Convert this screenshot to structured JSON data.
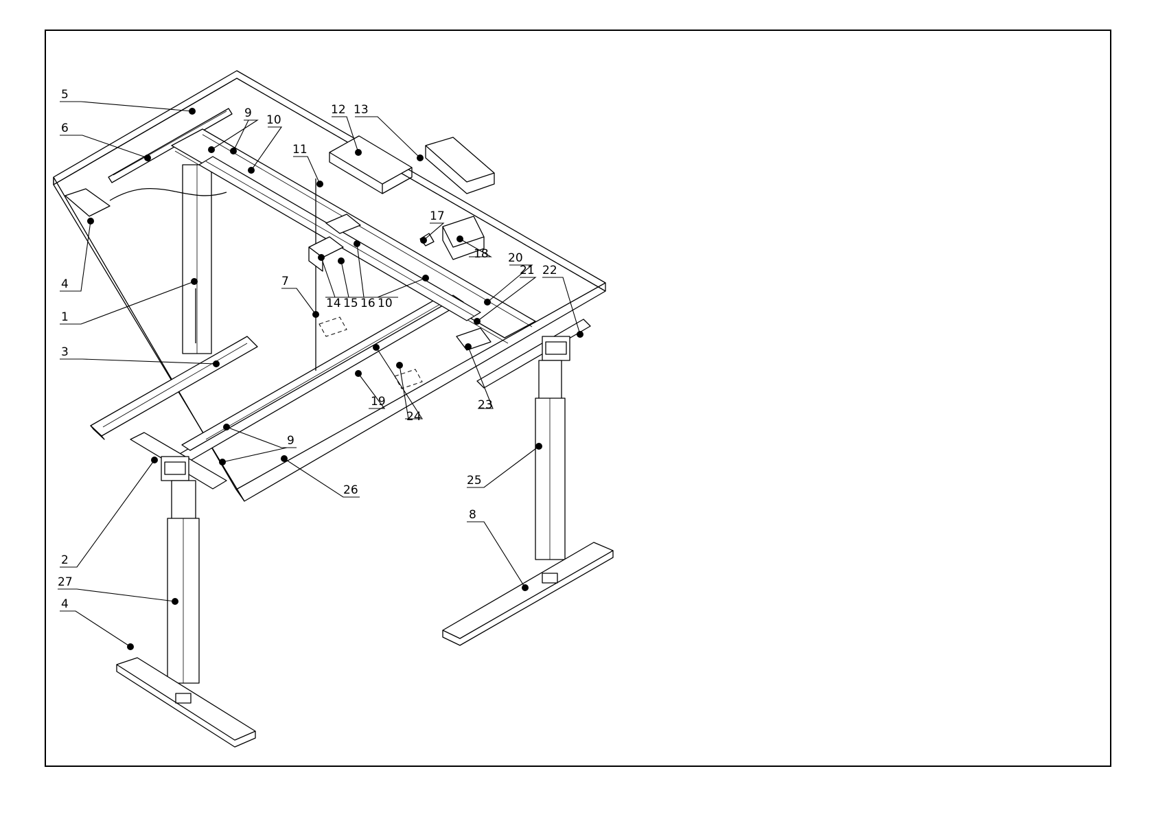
{
  "callouts": [
    {
      "id": "c1",
      "text": "1"
    },
    {
      "id": "c2",
      "text": "2"
    },
    {
      "id": "c3",
      "text": "3"
    },
    {
      "id": "c4a",
      "text": "4"
    },
    {
      "id": "c4b",
      "text": "4"
    },
    {
      "id": "c5",
      "text": "5"
    },
    {
      "id": "c6",
      "text": "6"
    },
    {
      "id": "c7",
      "text": "7"
    },
    {
      "id": "c8",
      "text": "8"
    },
    {
      "id": "c9a",
      "text": "9"
    },
    {
      "id": "c9b",
      "text": "9"
    },
    {
      "id": "c10a",
      "text": "10"
    },
    {
      "id": "c10b",
      "text": "10"
    },
    {
      "id": "c11",
      "text": "11"
    },
    {
      "id": "c12",
      "text": "12"
    },
    {
      "id": "c13",
      "text": "13"
    },
    {
      "id": "c14",
      "text": "14"
    },
    {
      "id": "c15",
      "text": "15"
    },
    {
      "id": "c16",
      "text": "16"
    },
    {
      "id": "c17",
      "text": "17"
    },
    {
      "id": "c18",
      "text": "18"
    },
    {
      "id": "c19",
      "text": "19"
    },
    {
      "id": "c20",
      "text": "20"
    },
    {
      "id": "c21",
      "text": "21"
    },
    {
      "id": "c22",
      "text": "22"
    },
    {
      "id": "c23",
      "text": "23"
    },
    {
      "id": "c24",
      "text": "24"
    },
    {
      "id": "c25",
      "text": "25"
    },
    {
      "id": "c26",
      "text": "26"
    },
    {
      "id": "c27",
      "text": "27"
    }
  ]
}
